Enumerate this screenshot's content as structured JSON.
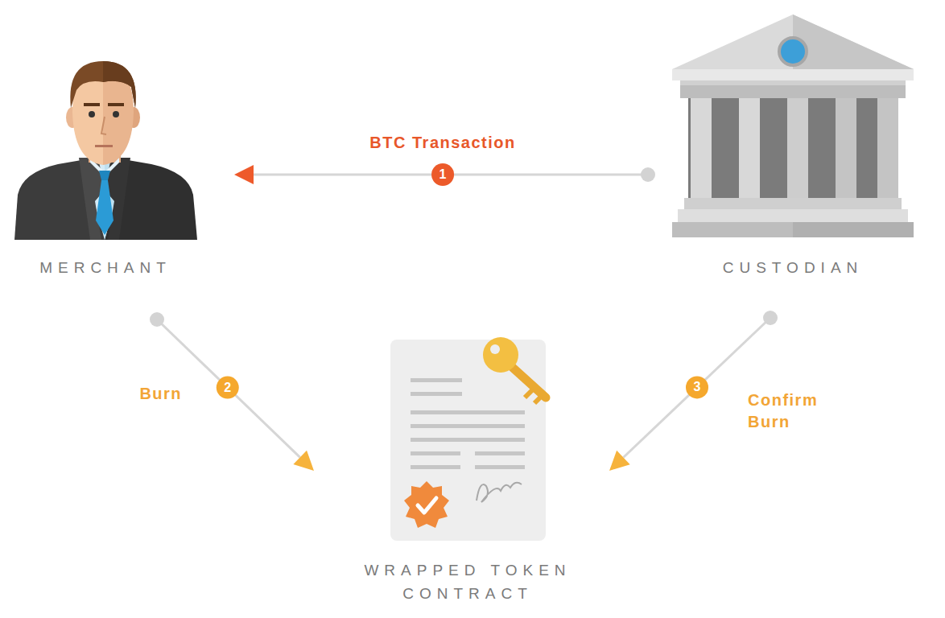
{
  "diagram": {
    "nodes": [
      {
        "text": [
          "MERCHANT"
        ]
      },
      {
        "text": [
          "CUSTODIAN"
        ]
      },
      {
        "text": [
          "WRAPPED TOKEN CONTRACT"
        ]
      }
    ],
    "edges": [
      {
        "from": 1,
        "to": 0,
        "arrow": "to",
        "label": "BTC Transaction"
      },
      {
        "from": 0,
        "to": 2,
        "arrow": "to",
        "label": "Burn"
      },
      {
        "from": 1,
        "to": 2,
        "arrow": "to",
        "label": "Confirm Burn"
      }
    ],
    "labels": [
      "1",
      "2",
      "3"
    ]
  }
}
